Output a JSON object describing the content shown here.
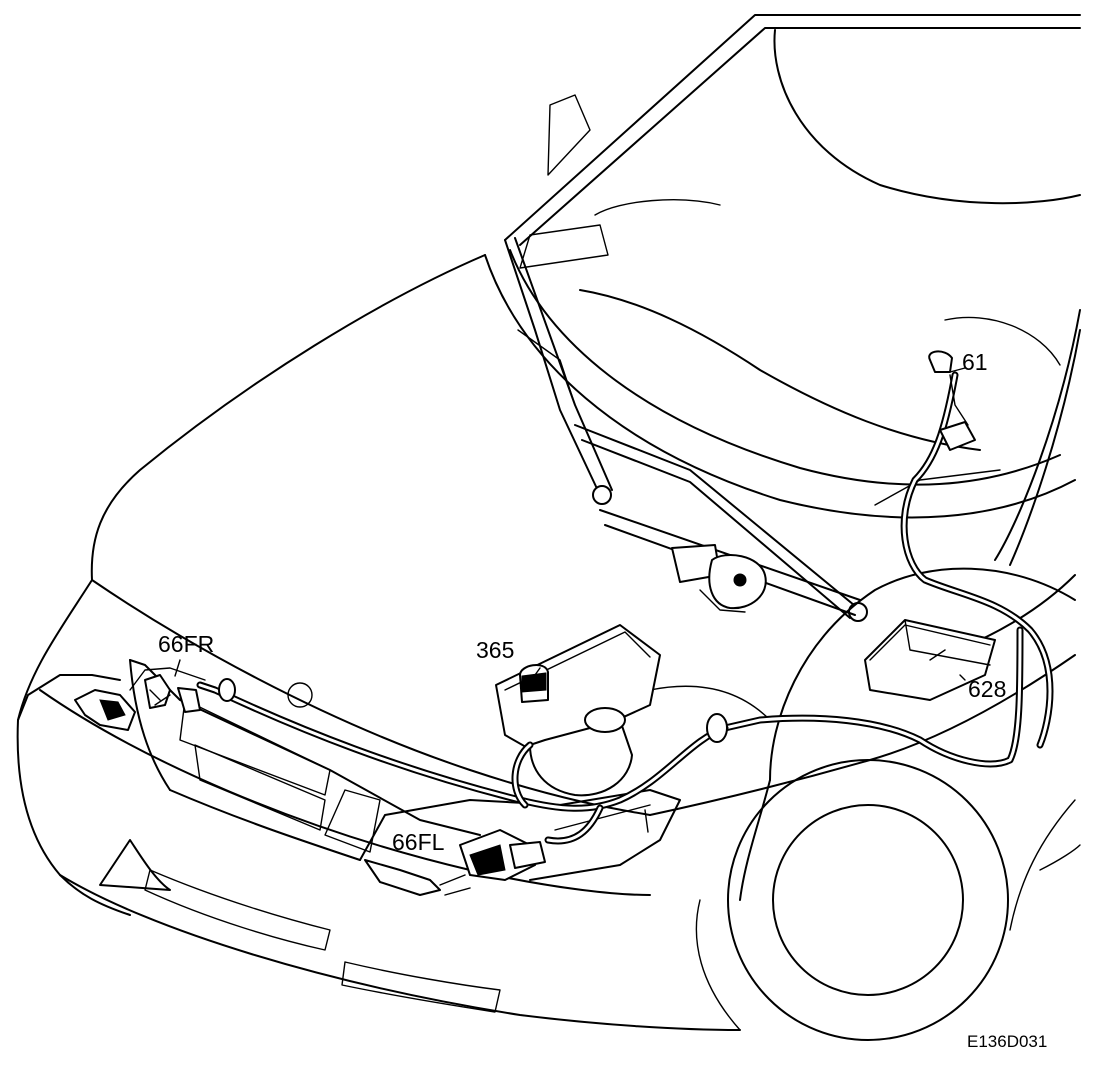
{
  "diagram": {
    "callouts": [
      {
        "id": "61",
        "text": "61"
      },
      {
        "id": "66FR",
        "text": "66FR"
      },
      {
        "id": "365",
        "text": "365"
      },
      {
        "id": "628",
        "text": "628"
      },
      {
        "id": "66FL",
        "text": "66FL"
      }
    ],
    "figure_code": "E136D031"
  }
}
